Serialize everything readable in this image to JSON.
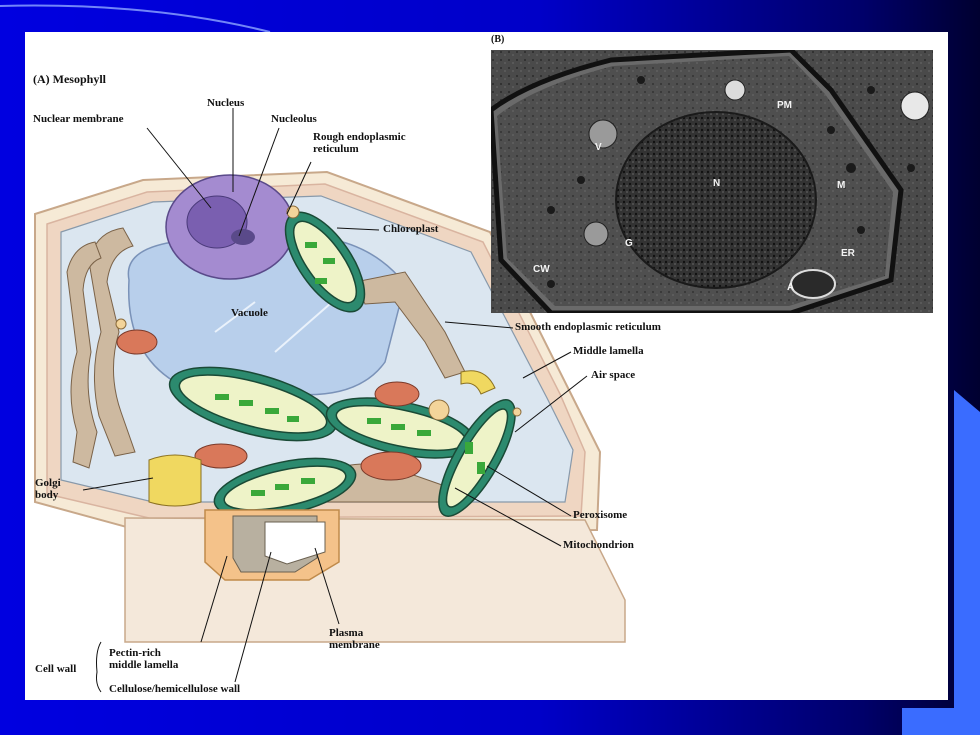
{
  "slide": {
    "bg_color": "#0000d0",
    "accent_color": "#3a6cff"
  },
  "figure": {
    "panel_a_title": "(A) Mesophyll",
    "panel_b_title": "(B)",
    "labels": {
      "nucleus": "Nucleus",
      "nuclear_membrane": "Nuclear membrane",
      "nucleolus": "Nucleolus",
      "rough_er": "Rough endoplasmic",
      "rough_er_2": "reticulum",
      "chloroplast": "Chloroplast",
      "vacuole": "Vacuole",
      "smooth_er": "Smooth endoplasmic reticulum",
      "middle_lamella": "Middle lamella",
      "air_space": "Air space",
      "golgi": "Golgi",
      "golgi_2": "body",
      "peroxisome": "Peroxisome",
      "mitochondrion": "Mitochondrion",
      "plasma_membrane": "Plasma",
      "plasma_membrane_2": "membrane",
      "cell_wall": "Cell wall",
      "pectin": "Pectin-rich",
      "pectin_2": "middle lamella",
      "cellulose": "Cellulose/hemicellulose wall"
    },
    "micrograph_labels": {
      "pm": "PM",
      "v": "V",
      "n": "N",
      "m": "M",
      "g": "G",
      "er": "ER",
      "cw": "CW",
      "a": "A"
    }
  }
}
